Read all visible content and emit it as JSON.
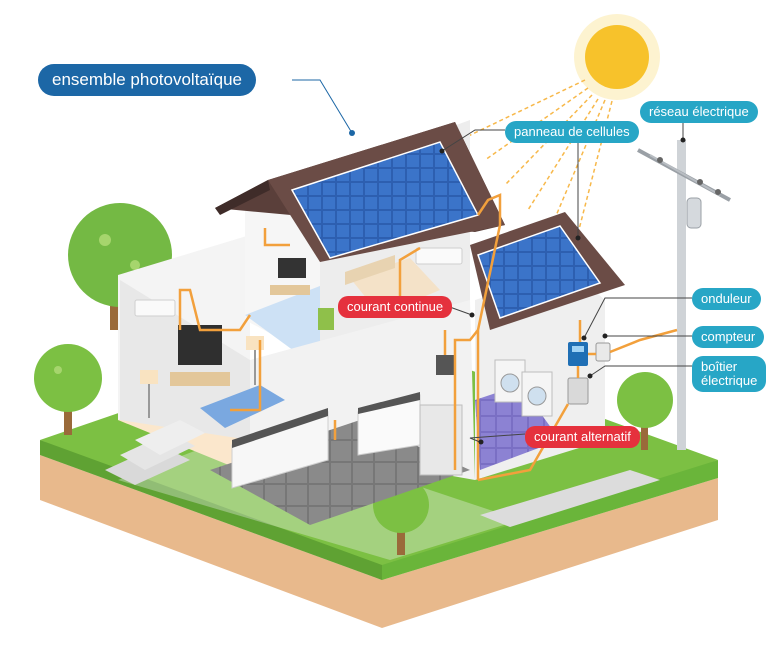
{
  "labels": {
    "main": "ensemble photovoltaïque",
    "panneau": "panneau de cellules",
    "reseau": "réseau électrique",
    "onduleur": "onduleur",
    "compteur": "compteur",
    "boitier_line1": "boîtier",
    "boitier_line2": "électrique",
    "courant_continue": "courant continue",
    "courant_alternatif": "courant alternatif"
  },
  "colors": {
    "main_label": "#1c67a6",
    "component_label": "#27a6c6",
    "current_label": "#e5313d",
    "wiring": "#f2a03c",
    "solar_panel": "#2d5fb0",
    "roof": "#5a3f3a",
    "grass": "#7cc043",
    "soil": "#e8b98c",
    "sun": "#f7c22b"
  }
}
